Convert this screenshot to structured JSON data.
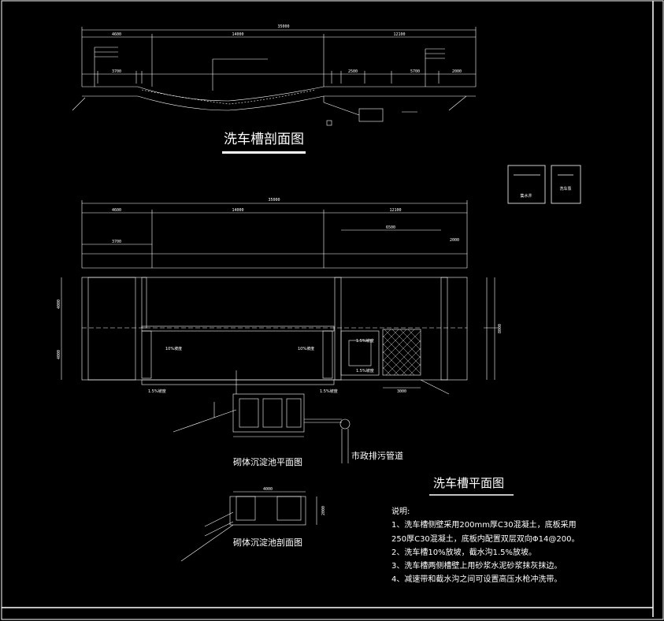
{
  "titles": {
    "section_view": "洗车槽剖面图",
    "plan_view": "洗车槽平面图",
    "tank_plan": "砌体沉淀池平面图",
    "tank_section": "砌体沉淀池剖面图",
    "sewer": "市政排污管道"
  },
  "legend": {
    "drain_well": "集水井",
    "wash_pump": "洗车泵"
  },
  "section_dims": {
    "total": "35000",
    "left": "4600",
    "mid": "14000",
    "right": "12100",
    "sub_left": "3700",
    "sub_right": "5700",
    "end_right": "2000",
    "small": "2500"
  },
  "plan_dims": {
    "total": "35000",
    "left": "4600",
    "mid": "14000",
    "right": "12100",
    "sub_left": "3700",
    "sub_right": "6500",
    "end_right": "2000",
    "bottom": "3000",
    "side_top": "4000",
    "side_bottom": "4000",
    "side_total": "8000"
  },
  "plan_labels": {
    "slope_left": "10%坡度",
    "slope_right": "10%坡度",
    "slope_1": "1.5%坡度",
    "slope_2": "1.5%坡度",
    "slope_3": "1.5%坡度",
    "slope_4": "1.5%坡度"
  },
  "notes": {
    "heading": "说明:",
    "line1": "1、洗车槽侧壁采用200mm厚C30混凝土，底板采用",
    "line2": "250厚C30混凝土，底板内配置双层双向Φ14@200。",
    "line3": "2、洗车槽10%放坡，截水沟1.5%放坡。",
    "line4": "3、洗车槽两侧槽壁上用砂浆水泥砂浆抹灰抹边。",
    "line5": "4、减速带和截水沟之间可设置高压水枪冲洗带。"
  },
  "tank_dims": {
    "width": "4000",
    "depth": "2000"
  }
}
